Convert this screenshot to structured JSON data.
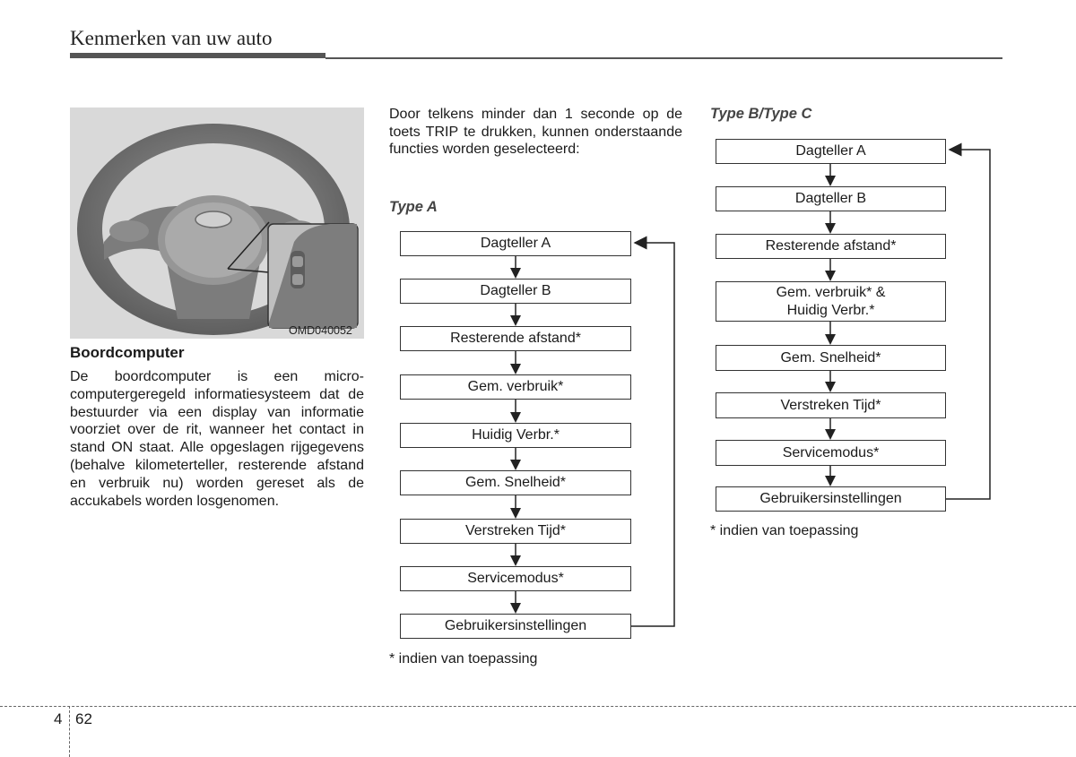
{
  "header": {
    "title": "Kenmerken van uw auto"
  },
  "figure": {
    "code": "OMD040052"
  },
  "section": {
    "heading": "Boordcomputer",
    "body": "De boordcomputer is een micro-computergeregeld informatiesysteem dat de bestuurder via een display van informatie voorziet over de rit, wanneer het contact in stand ON staat. Alle opgeslagen rijgegevens (behalve kilometerteller, resterende afstand en verbruik nu) worden gereset als de accukabels worden losgenomen."
  },
  "intro": "Door telkens minder dan 1 seconde op de toets TRIP te drukken, kunnen onderstaande functies worden geselecteerd:",
  "type_a": {
    "label": "Type A",
    "items": [
      "Dagteller A",
      "Dagteller B",
      "Resterende afstand*",
      "Gem. verbruik*",
      "Huidig Verbr.*",
      "Gem. Snelheid*",
      "Verstreken Tijd*",
      "Servicemodus*",
      "Gebruikersinstellingen"
    ],
    "footnote": "* indien van toepassing"
  },
  "type_bc": {
    "label": "Type B/Type C",
    "items": [
      "Dagteller A",
      "Dagteller B",
      "Resterende afstand*",
      "Gem. verbruik* &",
      "Huidig Verbr.*",
      "Gem. Snelheid*",
      "Verstreken Tijd*",
      "Servicemodus*",
      "Gebruikersinstellingen"
    ],
    "footnote": "* indien van toepassing"
  },
  "footer": {
    "chapter": "4",
    "page": "62"
  }
}
